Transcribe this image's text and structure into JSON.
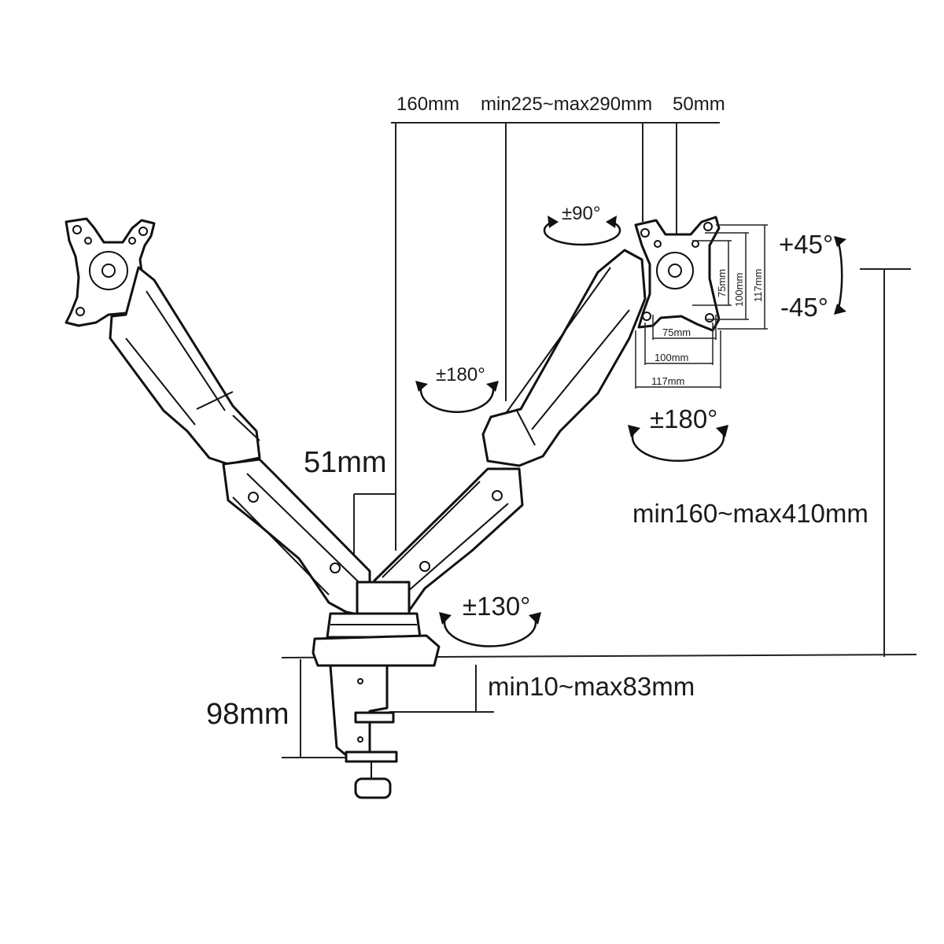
{
  "labels": {
    "top_offset": "160mm",
    "arm_reach": "min225~max290mm",
    "vesa_offset": "50mm",
    "pivot_tilt_90": "±90°",
    "tilt_up": "+45°",
    "tilt_down": "-45°",
    "vesa_v75": "75mm",
    "vesa_v100": "100mm",
    "vesa_v117": "117mm",
    "vesa_h75": "75mm",
    "vesa_h100": "100mm",
    "vesa_h117": "117mm",
    "swivel_arm": "±180°",
    "swivel_head": "±180°",
    "pole_gap": "51mm",
    "height_range": "min160~max410mm",
    "base_swivel": "±130°",
    "clamp_thickness": "min10~max83mm",
    "clamp_height": "98mm"
  },
  "icons": [
    "rotation-arc-icon",
    "vesa-plate-icon",
    "desk-clamp-icon"
  ]
}
